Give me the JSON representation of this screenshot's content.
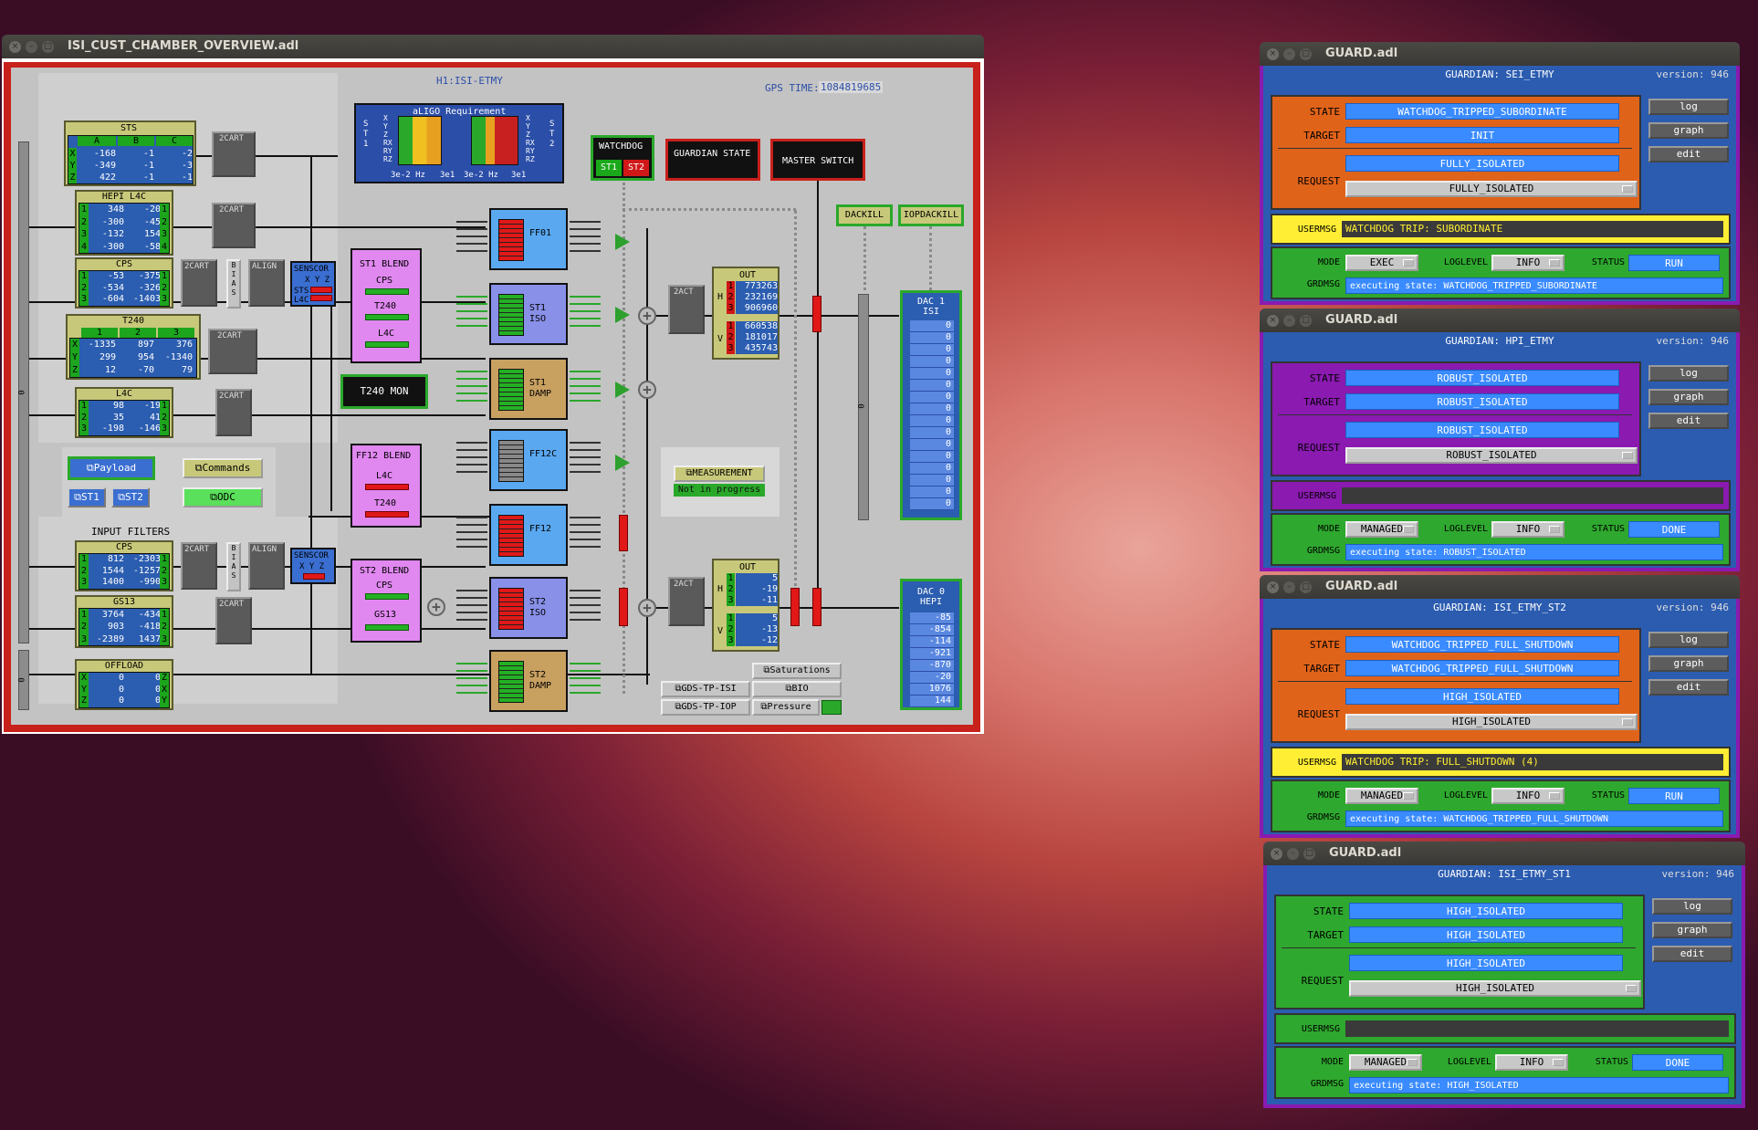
{
  "overview": {
    "window_title": "ISI_CUST_CHAMBER_OVERVIEW.adl",
    "channel": "H1:ISI-ETMY",
    "gps_label": "GPS TIME:",
    "gps_value": "1084819685",
    "aligo_title": "aLIGO Requirement",
    "aligo_st1": "S\nT\n1",
    "aligo_st2": "S\nT\n2",
    "aligo_axes": "X\nY\nZ\nRX\nRY\nRZ",
    "aligo_ticks": [
      "3e-2 Hz",
      "3e1",
      "3e-2 Hz",
      "3e1"
    ],
    "watchdog": {
      "label": "WATCHDOG",
      "st1": "ST1",
      "st2": "ST2"
    },
    "guardian_state": "GUARDIAN STATE",
    "master_switch": "MASTER SWITCH",
    "dackill": "DACKILL",
    "iopdackill": "IOPDACKILL",
    "t240mon": "T240 MON",
    "payload": "Payload",
    "commands": "Commands",
    "odc": "ODC",
    "st1_btn": "ST1",
    "st2_btn": "ST2",
    "input_filters": "INPUT FILTERS",
    "measurement": "MEASUREMENT",
    "not_in_progress": "Not in progress",
    "saturations": "Saturations",
    "gds_tp_isi": "GDS-TP-ISI",
    "bio": "BIO",
    "gds_tp_iop": "GDS-TP-IOP",
    "pressure": "Pressure",
    "sts": {
      "title": "STS",
      "cols": [
        "A",
        "B",
        "C"
      ],
      "rows": [
        [
          "X",
          "-168",
          "-1",
          "-2"
        ],
        [
          "Y",
          "-349",
          "-1",
          "-3"
        ],
        [
          "Z",
          "422",
          "-1",
          "-1"
        ]
      ]
    },
    "hepi_l4c": {
      "title": "HEPI L4C",
      "rows": [
        [
          "1",
          "348",
          "-20",
          "1"
        ],
        [
          "2",
          "-300",
          "-45",
          "2"
        ],
        [
          "3",
          "-132",
          "154",
          "3"
        ],
        [
          "4",
          "-300",
          "-58",
          "4"
        ]
      ]
    },
    "cps1": {
      "title": "CPS",
      "rows": [
        [
          "1",
          "-53",
          "-375",
          "1"
        ],
        [
          "2",
          "-534",
          "-326",
          "2"
        ],
        [
          "3",
          "-604",
          "-1403",
          "3"
        ]
      ]
    },
    "t240": {
      "title": "T240",
      "cols": [
        "1",
        "2",
        "3"
      ],
      "rows": [
        [
          "X",
          "-1335",
          "897",
          "376"
        ],
        [
          "Y",
          "299",
          "954",
          "-1340"
        ],
        [
          "Z",
          "12",
          "-70",
          "79"
        ]
      ]
    },
    "l4c": {
      "title": "L4C",
      "rows": [
        [
          "1",
          "98",
          "-19",
          "1"
        ],
        [
          "2",
          "35",
          "41",
          "2"
        ],
        [
          "3",
          "-198",
          "-146",
          "3"
        ]
      ]
    },
    "cps2": {
      "title": "CPS",
      "rows": [
        [
          "1",
          "812",
          "-2303",
          "1"
        ],
        [
          "2",
          "1544",
          "-1257",
          "2"
        ],
        [
          "3",
          "1400",
          "-990",
          "3"
        ]
      ]
    },
    "gs13": {
      "title": "GS13",
      "rows": [
        [
          "1",
          "3764",
          "-434",
          "1"
        ],
        [
          "2",
          "903",
          "-418",
          "2"
        ],
        [
          "3",
          "-2389",
          "1437",
          "3"
        ]
      ]
    },
    "offload": {
      "title": "OFFLOAD",
      "rows": [
        [
          "X",
          "0",
          "0",
          "Z"
        ],
        [
          "Y",
          "0",
          "0",
          "X"
        ],
        [
          "Z",
          "0",
          "0",
          "Y"
        ]
      ]
    },
    "cart_label": "2CART",
    "act_label": "2ACT",
    "bias": "B\nI\nA\nS",
    "align": "ALIGN",
    "senscor1": {
      "title": "SENSCOR",
      "sub1": "X Y Z",
      "sub2": "STS",
      "sub3": "L4C"
    },
    "senscor2": {
      "title": "SENSCOR",
      "sub1": "X Y Z"
    },
    "st1_blend": {
      "title": "ST1 BLEND",
      "a": "CPS",
      "b": "T240",
      "c": "L4C"
    },
    "ff12_blend": {
      "title": "FF12 BLEND",
      "a": "L4C",
      "b": "T240"
    },
    "st2_blend": {
      "title": "ST2 BLEND",
      "a": "CPS",
      "b": "GS13"
    },
    "ff01": "FF01",
    "st1_iso": "ST1\nISO",
    "st1_damp": "ST1\nDAMP",
    "ff12c": "FF12C",
    "ff12": "FF12",
    "st2_iso": "ST2\nISO",
    "st2_damp": "ST2\nDAMP",
    "out1": {
      "title": "OUT",
      "h": "H",
      "v": "V",
      "hvals": [
        "773263",
        "232169",
        "906960"
      ],
      "vvals": [
        "660538",
        "181017",
        "435743"
      ]
    },
    "out2": {
      "title": "OUT",
      "h": "H",
      "v": "V",
      "hvals": [
        "5",
        "-19",
        "-11"
      ],
      "vvals": [
        "5",
        "-13",
        "-12"
      ]
    },
    "dac1": {
      "title": "DAC 1\nISI",
      "vals": [
        "0",
        "0",
        "0",
        "0",
        "0",
        "0",
        "0",
        "0",
        "0",
        "0",
        "0",
        "0",
        "0",
        "0",
        "0",
        "0"
      ]
    },
    "dac0": {
      "title": "DAC 0\nHEPI",
      "vals": [
        "-85",
        "-854",
        "-114",
        "-921",
        "-870",
        "-20",
        "1076",
        "144"
      ]
    },
    "slider_zero": "0"
  },
  "guards": [
    {
      "window_title": "GUARD.adl",
      "guardian": "GUARDIAN: SEI_ETMY",
      "version": "version: 946",
      "state": "WATCHDOG_TRIPPED_SUBORDINATE",
      "target": "INIT",
      "request_field": "FULLY_ISOLATED",
      "request_menu": "FULLY_ISOLATED",
      "usermsg": "WATCHDOG TRIP: SUBORDINATE",
      "mode": "EXEC",
      "loglevel": "INFO",
      "status": "RUN",
      "grdmsg": "executing state: WATCHDOG_TRIPPED_SUBORDINATE",
      "color": "#e0631a",
      "usermsg_warn": true
    },
    {
      "window_title": "GUARD.adl",
      "guardian": "GUARDIAN: HPI_ETMY",
      "version": "version: 946",
      "state": "ROBUST_ISOLATED",
      "target": "ROBUST_ISOLATED",
      "request_field": "ROBUST_ISOLATED",
      "request_menu": "ROBUST_ISOLATED",
      "usermsg": "",
      "mode": "MANAGED",
      "loglevel": "INFO",
      "status": "DONE",
      "grdmsg": "executing state: ROBUST_ISOLATED",
      "color": "#8a1ab0",
      "usermsg_warn": false
    },
    {
      "window_title": "GUARD.adl",
      "guardian": "GUARDIAN: ISI_ETMY_ST2",
      "version": "version: 946",
      "state": "WATCHDOG_TRIPPED_FULL_SHUTDOWN",
      "target": "WATCHDOG_TRIPPED_FULL_SHUTDOWN",
      "request_field": "HIGH_ISOLATED",
      "request_menu": "HIGH_ISOLATED",
      "usermsg": "WATCHDOG TRIP: FULL_SHUTDOWN (4)",
      "mode": "MANAGED",
      "loglevel": "INFO",
      "status": "RUN",
      "grdmsg": "executing state: WATCHDOG_TRIPPED_FULL_SHUTDOWN",
      "color": "#e0631a",
      "usermsg_warn": true
    },
    {
      "window_title": "GUARD.adl",
      "guardian": "GUARDIAN: ISI_ETMY_ST1",
      "version": "version: 946",
      "state": "HIGH_ISOLATED",
      "target": "HIGH_ISOLATED",
      "request_field": "HIGH_ISOLATED",
      "request_menu": "HIGH_ISOLATED",
      "usermsg": "",
      "mode": "MANAGED",
      "loglevel": "INFO",
      "status": "DONE",
      "grdmsg": "executing state: HIGH_ISOLATED",
      "color": "#2ea82e",
      "usermsg_warn": false
    }
  ],
  "guard_labels": {
    "state": "STATE",
    "target": "TARGET",
    "request": "REQUEST",
    "usermsg": "USERMSG",
    "mode": "MODE",
    "loglevel": "LOGLEVEL",
    "status": "STATUS",
    "grdmsg": "GRDMSG",
    "log": "log",
    "graph": "graph",
    "edit": "edit"
  },
  "colors": {
    "outer_border": "#c8201a",
    "panel": "#c3c3c3",
    "outer_frame": "#2b5cb0",
    "green_section": "#2ea82e",
    "purple_section": "#8a1ab0",
    "orange_section": "#e0631a",
    "warn_yellow": "#ffee33"
  }
}
